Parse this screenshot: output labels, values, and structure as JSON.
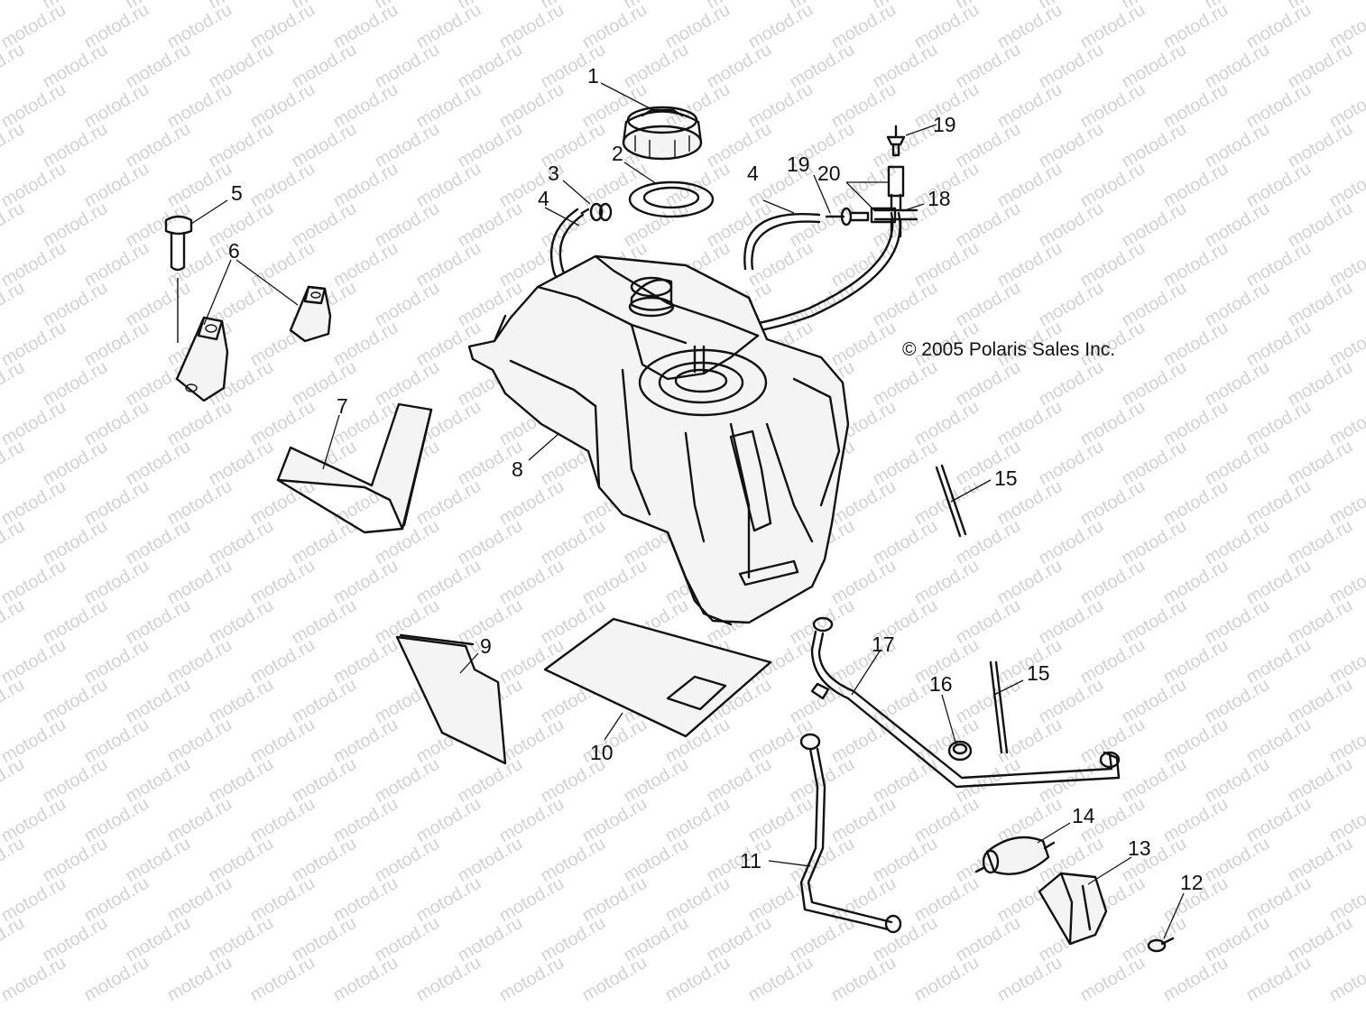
{
  "watermark": "motod.ru",
  "copyright": "© 2005 Polaris Sales Inc.",
  "callouts": [
    {
      "id": "1",
      "label": "1"
    },
    {
      "id": "2",
      "label": "2"
    },
    {
      "id": "3",
      "label": "3"
    },
    {
      "id": "4a",
      "label": "4"
    },
    {
      "id": "4b",
      "label": "4"
    },
    {
      "id": "5",
      "label": "5"
    },
    {
      "id": "6",
      "label": "6"
    },
    {
      "id": "7",
      "label": "7"
    },
    {
      "id": "8",
      "label": "8"
    },
    {
      "id": "9",
      "label": "9"
    },
    {
      "id": "10",
      "label": "10"
    },
    {
      "id": "11",
      "label": "11"
    },
    {
      "id": "12",
      "label": "12"
    },
    {
      "id": "13",
      "label": "13"
    },
    {
      "id": "14",
      "label": "14"
    },
    {
      "id": "15a",
      "label": "15"
    },
    {
      "id": "15b",
      "label": "15"
    },
    {
      "id": "16",
      "label": "16"
    },
    {
      "id": "17",
      "label": "17"
    },
    {
      "id": "18",
      "label": "18"
    },
    {
      "id": "19a",
      "label": "19"
    },
    {
      "id": "19b",
      "label": "19"
    },
    {
      "id": "20",
      "label": "20"
    }
  ]
}
